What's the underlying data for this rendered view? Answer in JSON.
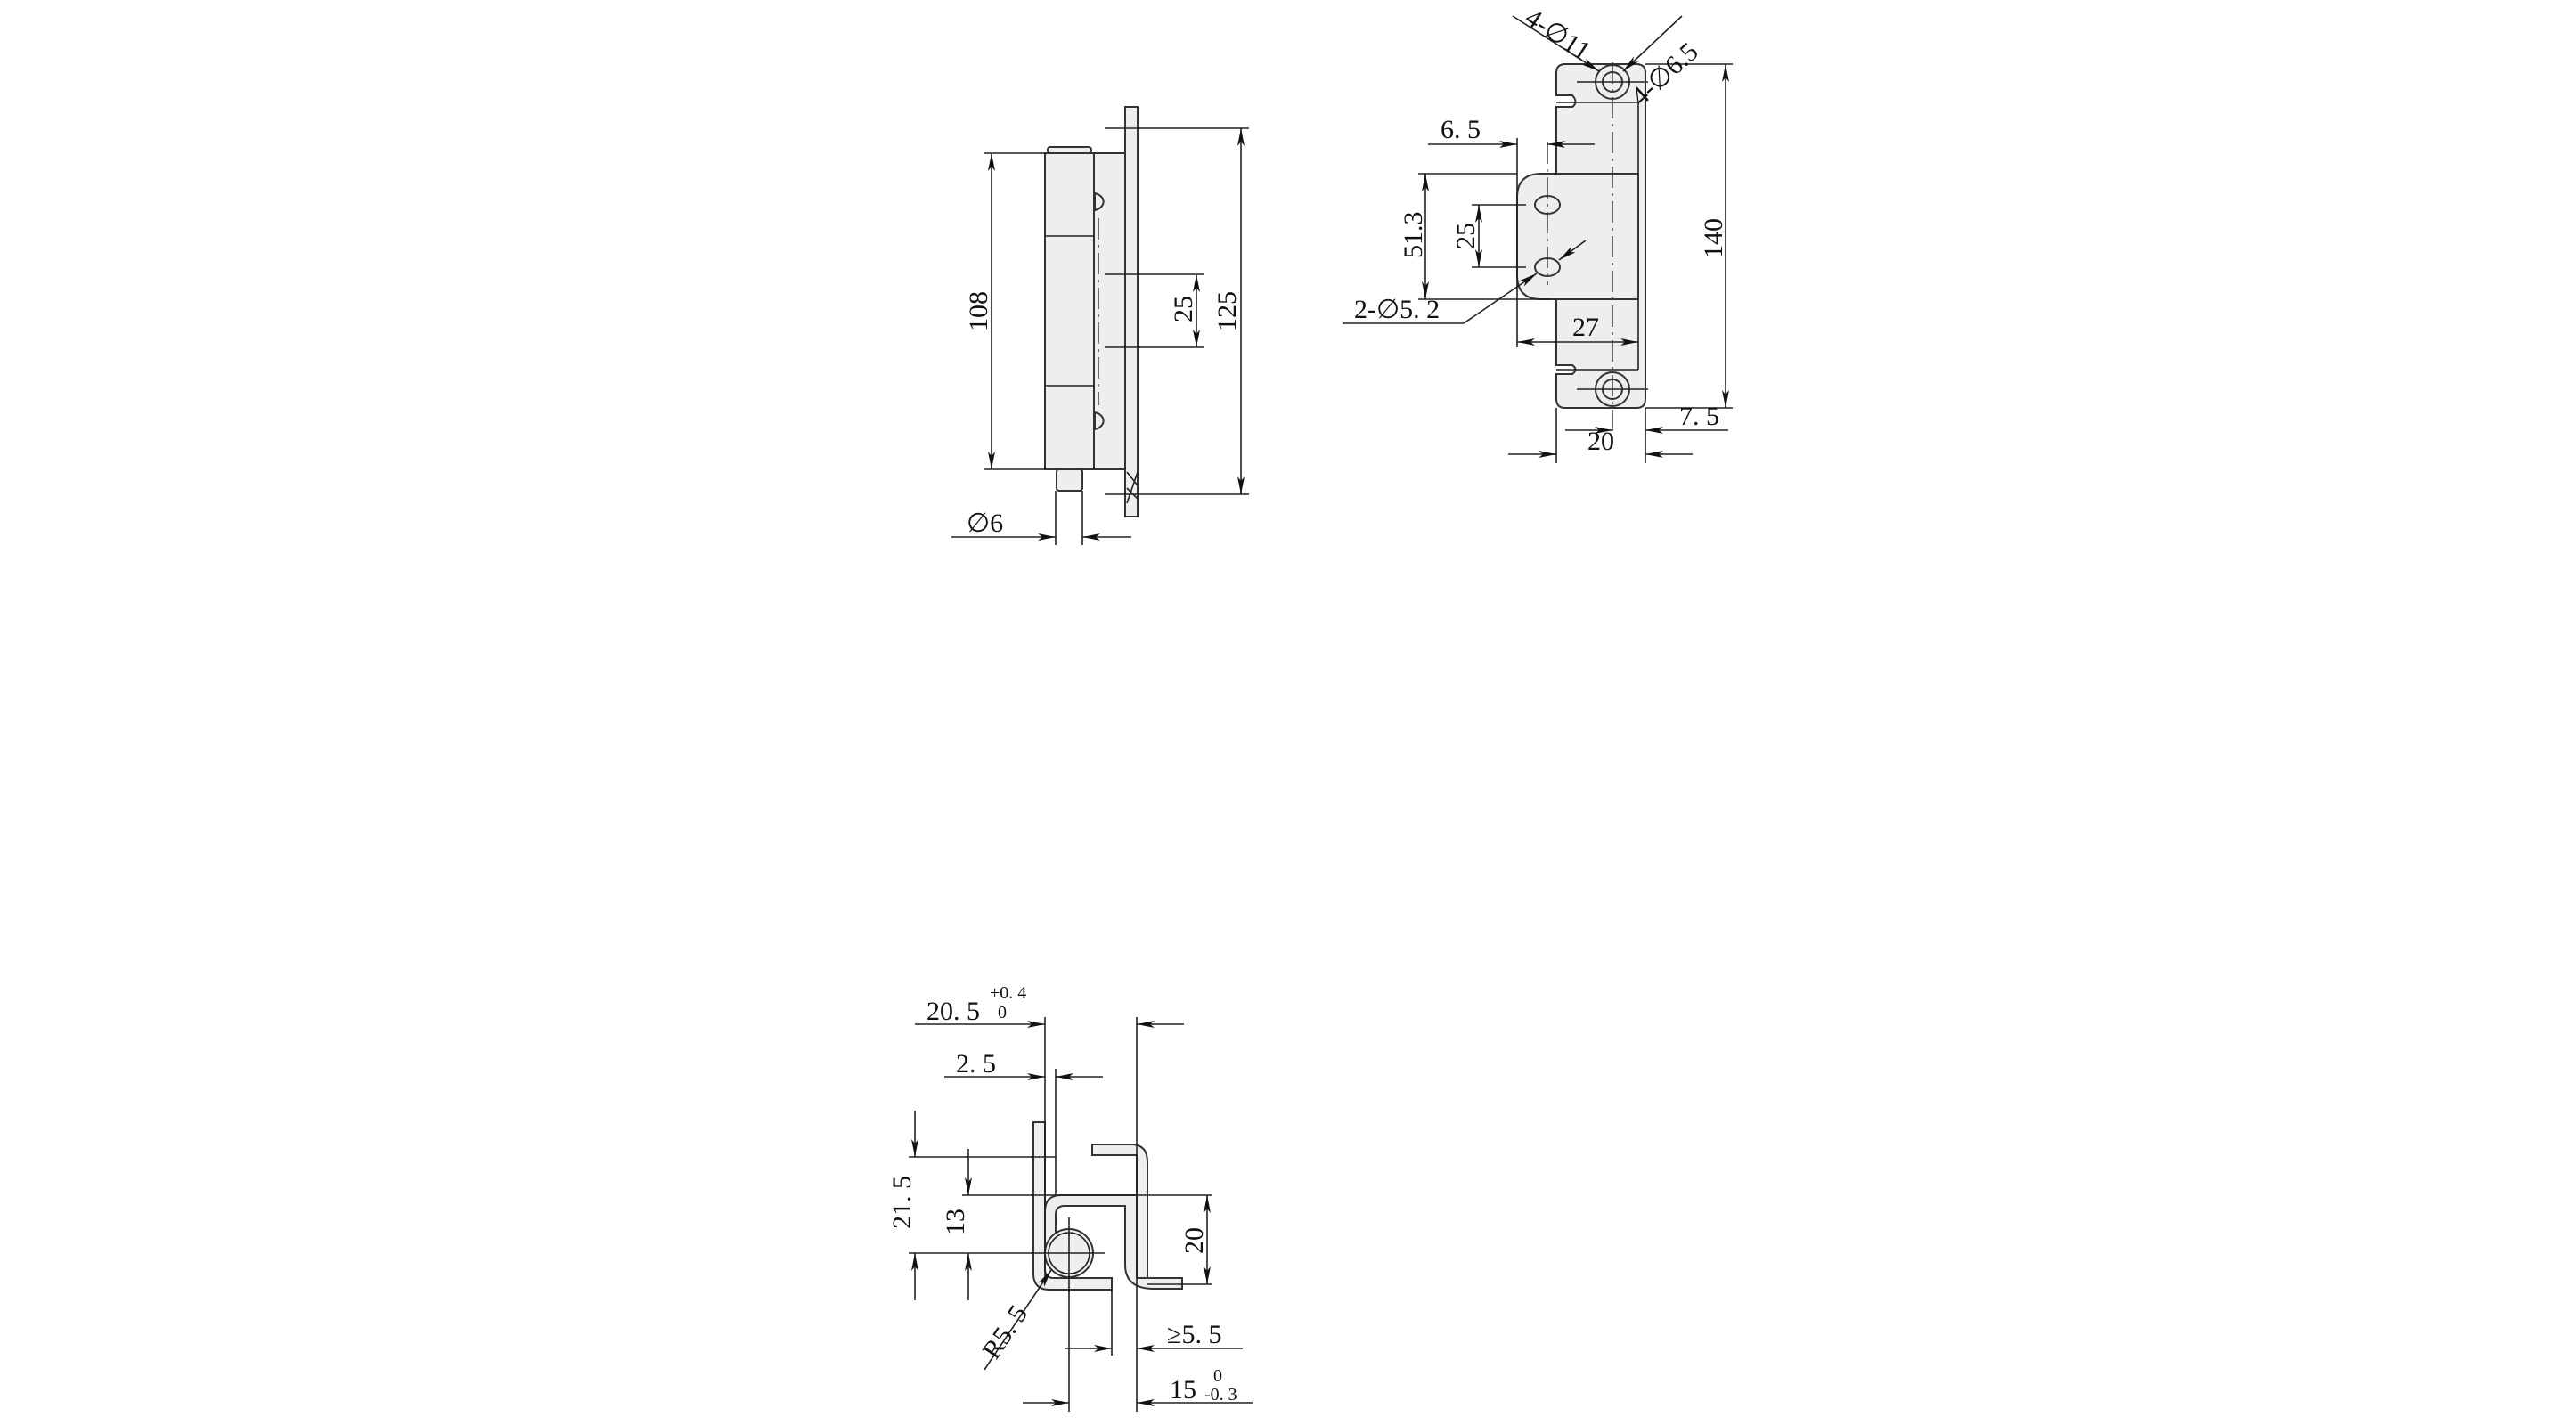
{
  "side_view": {
    "dim_length": "108",
    "dim_overall": "125",
    "dim_hole_pitch": "25",
    "dim_pin_dia": "∅6"
  },
  "front_view": {
    "dim_counterbore": "4-∅11",
    "dim_mount_hole": "4-∅6.5",
    "dim_hole_offset": "6. 5",
    "dim_leaf_height": "51.3",
    "dim_hole_pitch": "25",
    "dim_leaf_holes": "2-∅5. 2",
    "dim_leaf_width": "27",
    "dim_overall": "140",
    "dim_axis_offset": "7. 5",
    "dim_width": "20"
  },
  "section_view": {
    "dim_opening": "20. 5",
    "dim_opening_tol_upper": "+0. 4",
    "dim_opening_tol_lower": "0",
    "dim_thickness": "2. 5",
    "dim_height": "21. 5",
    "dim_axis_height": "13",
    "dim_leaf_height": "20",
    "dim_radius": "R5. 5",
    "dim_clearance": "≥5. 5",
    "dim_axis_distance": "15",
    "dim_axis_tol_upper": "0",
    "dim_axis_tol_lower": "-0. 3"
  }
}
